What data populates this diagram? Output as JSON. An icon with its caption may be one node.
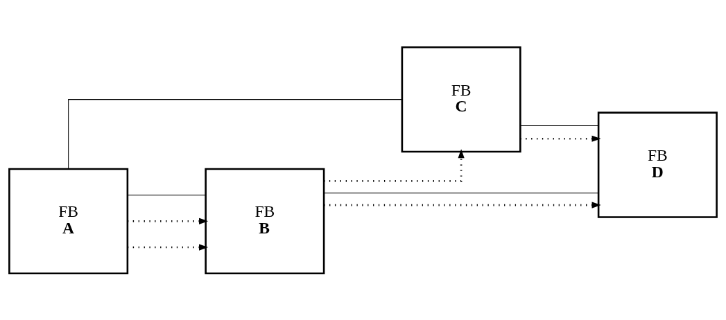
{
  "diagram": {
    "nodes": [
      {
        "text": [
          "FB",
          "A"
        ]
      },
      {
        "text": [
          "FB",
          "B"
        ]
      },
      {
        "text": [
          "FB",
          "C"
        ]
      },
      {
        "text": [
          "FB",
          "D"
        ]
      }
    ],
    "edges": [
      {
        "from": 0,
        "to": 1,
        "arrow": "to",
        "style": "dashed"
      },
      {
        "from": 0,
        "to": 1,
        "arrow": "to",
        "style": "dashed"
      },
      {
        "from": 1,
        "to": 3,
        "arrow": "to",
        "style": "dashed"
      },
      {
        "from": 1,
        "to": 2,
        "arrow": "to",
        "style": "dashed"
      },
      {
        "from": 2,
        "to": 3,
        "arrow": "to",
        "style": "dashed"
      },
      {
        "from": 0,
        "to": 1,
        "arrow": "none"
      },
      {
        "from": 1,
        "to": 3,
        "arrow": "none"
      },
      {
        "from": 0,
        "to": 2,
        "arrow": "none"
      },
      {
        "from": 2,
        "to": 3,
        "arrow": "none"
      }
    ]
  }
}
